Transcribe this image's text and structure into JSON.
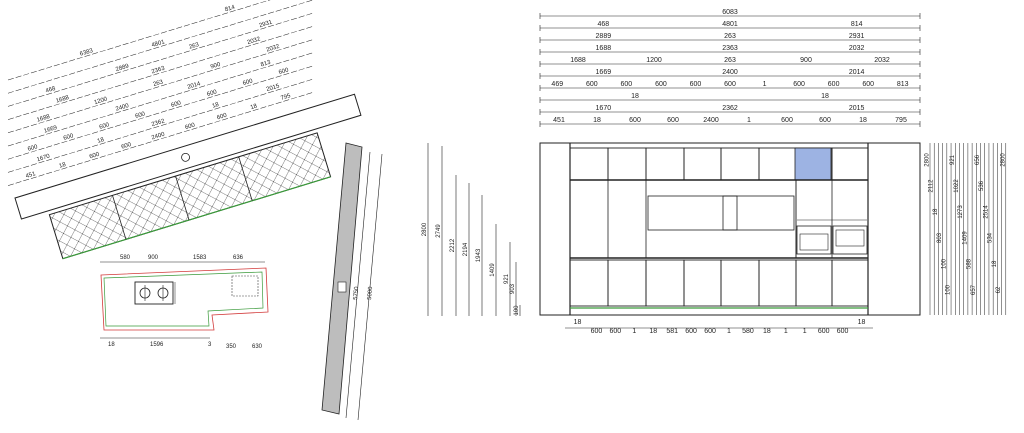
{
  "colors": {
    "line": "#222222",
    "highlight": "#9db3e3",
    "green": "#3a9a3a",
    "red": "#d23a3a",
    "wall": "#bdbdbd"
  },
  "plan": {
    "rows": [
      {
        "labels": [
          "6383",
          "814"
        ]
      },
      {
        "labels": [
          "4801"
        ]
      },
      {
        "labels": [
          "468",
          "2889",
          "263",
          "2931"
        ]
      },
      {
        "labels": [
          "1688",
          "2363",
          "2032"
        ]
      },
      {
        "labels": [
          "1688",
          "1200",
          "263",
          "900",
          "2032"
        ]
      },
      {
        "labels": [
          "1669",
          "2400",
          "2014",
          "813"
        ]
      },
      {
        "labels": [
          "600",
          "600",
          "600",
          "600",
          "600",
          "600",
          "600",
          "600"
        ]
      },
      {
        "labels": [
          "1670",
          "18",
          "2362",
          "18",
          "2015"
        ]
      },
      {
        "labels": [
          "451",
          "18",
          "600",
          "600",
          "2400",
          "600",
          "600",
          "18",
          "795"
        ]
      }
    ],
    "island_labels": [
      "580",
      "900",
      "1583",
      "636",
      "1596",
      "3",
      "350",
      "630",
      "18"
    ],
    "wall_labels": [
      "5000",
      "5750"
    ],
    "vertical_labels": [
      "2800",
      "2749",
      "2212",
      "2194",
      "1943",
      "1409",
      "921",
      "903",
      "100"
    ]
  },
  "elevation": {
    "top_dims": [
      {
        "labels": [
          "6083"
        ]
      },
      {
        "labels": [
          "468",
          "4801",
          "814"
        ]
      },
      {
        "labels": [
          "2889",
          "263",
          "2931"
        ]
      },
      {
        "labels": [
          "1688",
          "2363",
          "2032"
        ]
      },
      {
        "labels": [
          "1688",
          "1200",
          "263",
          "900",
          "2032"
        ]
      },
      {
        "labels": [
          "1669",
          "2400",
          "2014"
        ]
      },
      {
        "labels": [
          "469",
          "600",
          "600",
          "600",
          "600",
          "600",
          "1",
          "600",
          "600",
          "600",
          "813"
        ]
      },
      {
        "labels": [
          "18",
          "18"
        ]
      },
      {
        "labels": [
          "1670",
          "2362",
          "2015"
        ]
      },
      {
        "labels": [
          "451",
          "18",
          "600",
          "600",
          "2400",
          "1",
          "600",
          "600",
          "18",
          "795"
        ]
      }
    ],
    "bottom_dims": [
      "18",
      "600",
      "600",
      "1",
      "18",
      "581",
      "600",
      "600",
      "1",
      "580",
      "18",
      "1",
      "1",
      "600",
      "600",
      "18"
    ],
    "left_dims": [
      "2800",
      "2112",
      "18",
      "803",
      "100",
      "100",
      "921",
      "1022",
      "1273",
      "1409",
      "588",
      "657",
      "656",
      "536",
      "2514",
      "534",
      "18",
      "62",
      "2800"
    ]
  }
}
